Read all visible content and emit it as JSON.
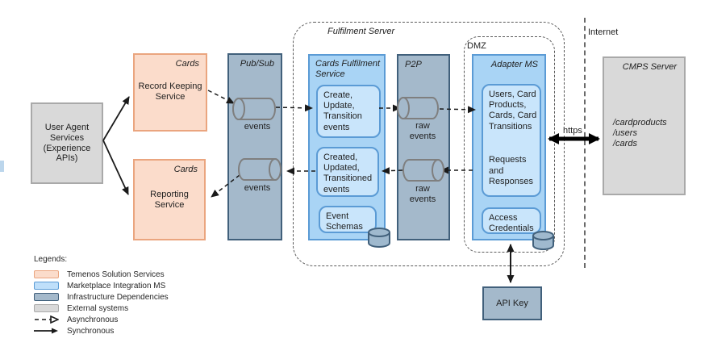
{
  "colors": {
    "temenos_solution_fill": "#fbdccb",
    "temenos_solution_border": "#eaa57f",
    "marketplace_ms_fill": "#a9d4f5",
    "marketplace_ms_inner_fill": "#c9e5fb",
    "marketplace_ms_border": "#5b9bd5",
    "infrastructure_fill": "#a4b9cb",
    "infrastructure_border": "#41607b",
    "external_fill": "#d9d9d9",
    "external_border": "#a9a9a9",
    "queue_outline": "#7f7f7f",
    "database_fill": "#9fb9ce",
    "arrow_color": "#1a1a1a"
  },
  "nodes": {
    "user_agent": {
      "label": "User Agent Services (Experience APIs)"
    },
    "record_keeping": {
      "tag": "Cards",
      "label": "Record Keeping Service"
    },
    "reporting": {
      "tag": "Cards",
      "label": "Reporting Service"
    },
    "pubsub": {
      "label": "Pub/Sub",
      "queue1": "events",
      "queue2": "events"
    },
    "fulfilment_server": {
      "label": "Fulfilment Server"
    },
    "cards_fulfilment_service": {
      "label": "Cards Fulfilment Service",
      "outbound_events": "Create, Update, Transition events",
      "inbound_events": "Created, Updated, Transitioned events",
      "schemas": "Event Schemas"
    },
    "p2p": {
      "label": "P2P",
      "queue1": "raw events",
      "queue2": "raw events"
    },
    "dmz": {
      "label": "DMZ"
    },
    "adapter_ms": {
      "label": "Adapter MS",
      "entities": "Users, Card Products, Cards, Card Transitions",
      "requests": "Requests and Responses",
      "credentials": "Access Credentials"
    },
    "cmps_server": {
      "label": "CMPS Server",
      "endpoints": "/cardproducts\n/users\n/cards"
    },
    "api_key": {
      "label": "API Key"
    },
    "internet": {
      "label": "Internet"
    },
    "https_link": {
      "label": "https"
    }
  },
  "legend": {
    "title": "Legends:",
    "items": [
      {
        "label": "Temenos  Solution  Services",
        "fill": "#fbdccb",
        "border": "#eaa57f"
      },
      {
        "label": "Marketplace  Integration  MS",
        "fill": "#bfdffa",
        "border": "#5b9bd5"
      },
      {
        "label": "Infrastructure  Dependencies",
        "fill": "#a4b9cb",
        "border": "#41607b"
      },
      {
        "label": "External  systems",
        "fill": "#d9d9d9",
        "border": "#a9a9a9"
      },
      {
        "label": "Asynchronous",
        "style": "dashed-arrow"
      },
      {
        "label": "Synchronous",
        "style": "solid-arrow"
      }
    ]
  }
}
